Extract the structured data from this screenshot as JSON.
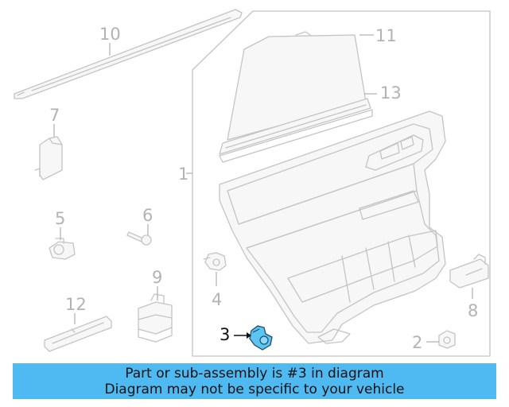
{
  "diagram": {
    "callouts": {
      "c1": "1",
      "c2": "2",
      "c3": "3",
      "c4": "4",
      "c5": "5",
      "c6": "6",
      "c7": "7",
      "c8": "8",
      "c9": "9",
      "c10": "10",
      "c11": "11",
      "c12": "12",
      "c13": "13"
    },
    "highlighted_part": "3",
    "highlight_color": "#5bc4f0",
    "inactive_color": "#c4c4c4"
  },
  "banner": {
    "line1": "Part or sub-assembly is #3 in diagram",
    "line2": "Diagram may not be specific to your vehicle",
    "background": "#4fbaf2"
  }
}
